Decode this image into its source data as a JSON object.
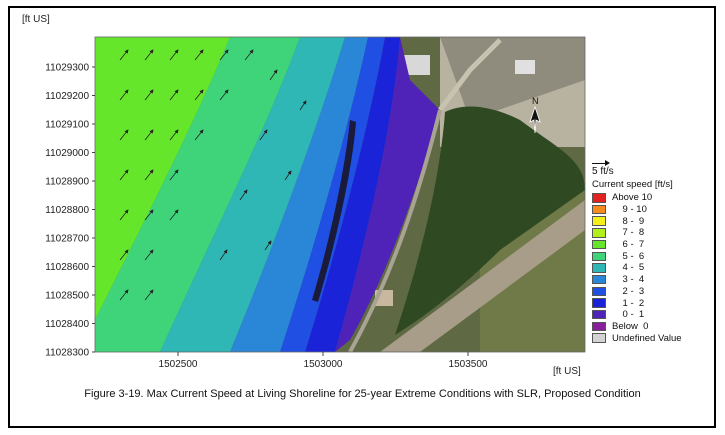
{
  "figure": {
    "caption": "Figure 3-19. Max Current Speed at Living Shoreline for 25-year Extreme Conditions with SLR, Proposed Condition",
    "y_unit": "[ft US]",
    "x_unit": "[ft US]",
    "y_ticks": [
      "11029300",
      "11029200",
      "11029100",
      "11029000",
      "11028900",
      "11028800",
      "11028700",
      "11028600",
      "11028500",
      "11028400",
      "11028300"
    ],
    "x_ticks": [
      "1502500",
      "1503000",
      "1503500"
    ],
    "north_label": "N"
  },
  "legend": {
    "vector_label": "5 ft/s",
    "title": "Current speed [ft/s]",
    "items": [
      {
        "label": "Above 10",
        "color": "#e3211f"
      },
      {
        "label": "    9 - 10",
        "color": "#f58b1e"
      },
      {
        "label": "    8 -  9",
        "color": "#f5f01c"
      },
      {
        "label": "    7 -  8",
        "color": "#b2f01c"
      },
      {
        "label": "    6 -  7",
        "color": "#66e62a"
      },
      {
        "label": "    5 -  6",
        "color": "#3fd47a"
      },
      {
        "label": "    4 -  5",
        "color": "#2fb7b6"
      },
      {
        "label": "    3 -  4",
        "color": "#2a86d6"
      },
      {
        "label": "    2 -  3",
        "color": "#1f4fe3"
      },
      {
        "label": "    1 -  2",
        "color": "#1a23d8"
      },
      {
        "label": "    0 -  1",
        "color": "#4f22b8"
      },
      {
        "label": "Below  0",
        "color": "#8a1f9e"
      },
      {
        "label": "Undefined Value",
        "color": "#d3d3d3"
      }
    ]
  }
}
